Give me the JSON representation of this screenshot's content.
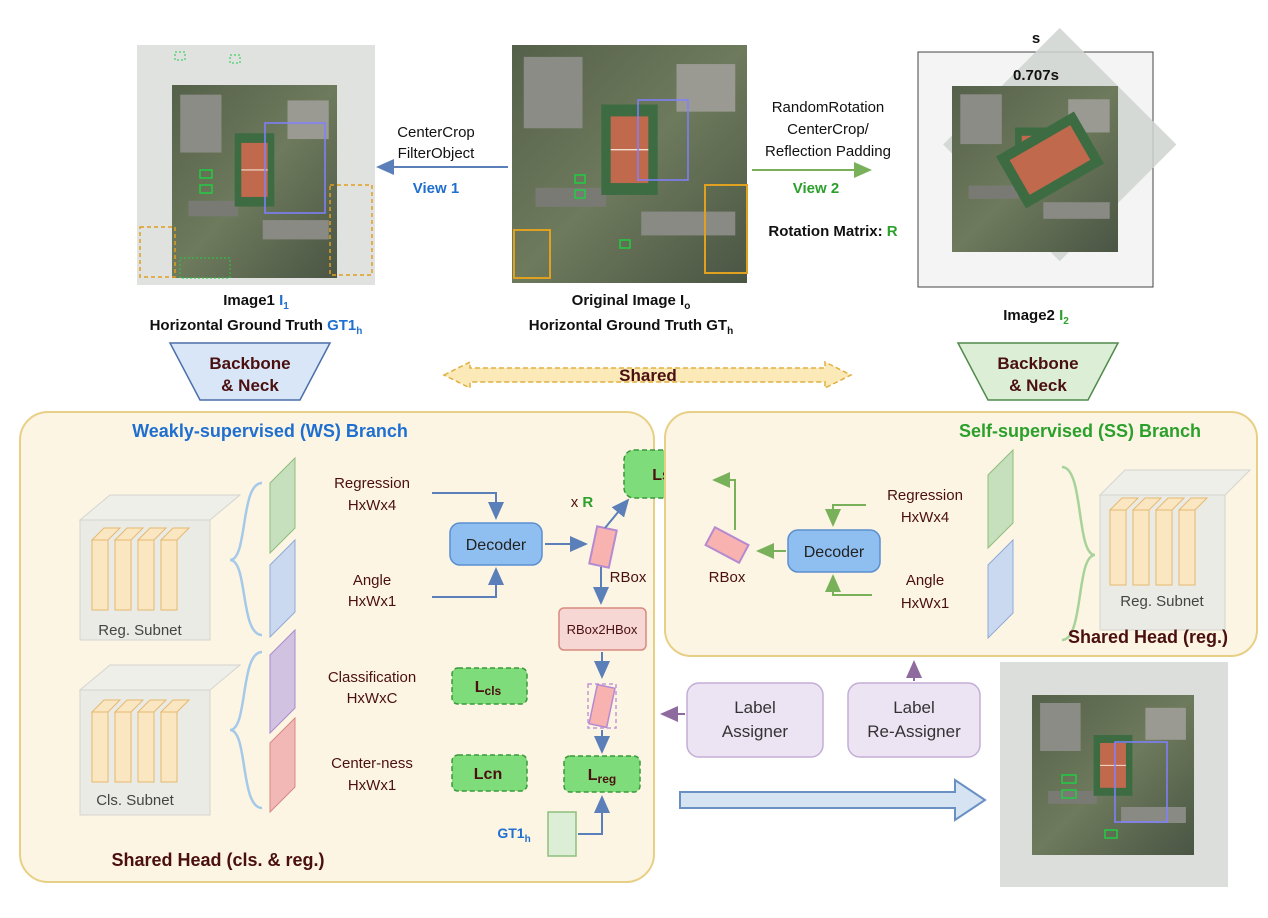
{
  "images": {
    "image1_label": "Image1",
    "image1_sym": "I",
    "image1_sub": "1",
    "image1_gt_label": "Horizontal Ground Truth",
    "image1_gt_sym": "GT1",
    "image1_gt_sub": "h",
    "original_label": "Original Image",
    "original_sym": "I",
    "original_sub": "o",
    "original_gt_label": "Horizontal Ground Truth GT",
    "original_gt_sub": "h",
    "image2_label": "Image2",
    "image2_sym": "I",
    "image2_sub": "2",
    "s_label": "s",
    "s_inner_label": "0.707s"
  },
  "transforms": {
    "view1_ops": [
      "CenterCrop",
      "FilterObject"
    ],
    "view1_label": "View 1",
    "view2_ops": [
      "RandomRotation",
      "CenterCrop/",
      "Reflection Padding"
    ],
    "view2_label": "View 2",
    "rotation_label": "Rotation Matrix:",
    "rotation_sym": "R"
  },
  "backbone": {
    "line1": "Backbone",
    "line2": "& Neck"
  },
  "shared_label": "Shared",
  "ws_branch": {
    "title": "Weakly-supervised (WS) Branch",
    "reg_subnet": "Reg. Subnet",
    "cls_subnet": "Cls. Subnet",
    "head_label": "Shared Head (cls. & reg.)",
    "regression": [
      "Regression",
      "HxWx4"
    ],
    "angle": [
      "Angle",
      "HxWx1"
    ],
    "classification": [
      "Classification",
      "HxWxC"
    ],
    "centerness": [
      "Center-ness",
      "HxWx1"
    ],
    "decoder": "Decoder",
    "rbox": "RBox",
    "rbox2hbox": "RBox2HBox",
    "times_r": "x",
    "times_r_sym": "R",
    "l_cls": "L",
    "l_cls_sub": "cls",
    "l_cn": "Lcn",
    "l_reg": "L",
    "l_reg_sub": "reg",
    "l_ss": "Lss",
    "gt1h": "GT1",
    "gt1h_sub": "h"
  },
  "ss_branch": {
    "title": "Self-supervised (SS) Branch",
    "regression": [
      "Regression",
      "HxWx4"
    ],
    "angle": [
      "Angle",
      "HxWx1"
    ],
    "decoder": "Decoder",
    "rbox": "RBox",
    "reg_subnet": "Reg. Subnet",
    "head_label": "Shared Head (reg.)"
  },
  "assigners": {
    "label_assigner": [
      "Label",
      "Assigner"
    ],
    "label_reassigner": [
      "Label",
      "Re-Assigner"
    ]
  },
  "colors": {
    "ws_blue": "#1f6fd1",
    "ss_green": "#2ca02c",
    "dark_brown": "#4a1010",
    "panel_fill": "#fdf5e3",
    "panel_stroke": "#e8cf86",
    "loss_fill": "#7fdc7a",
    "decoder_fill": "#8fbff0"
  }
}
